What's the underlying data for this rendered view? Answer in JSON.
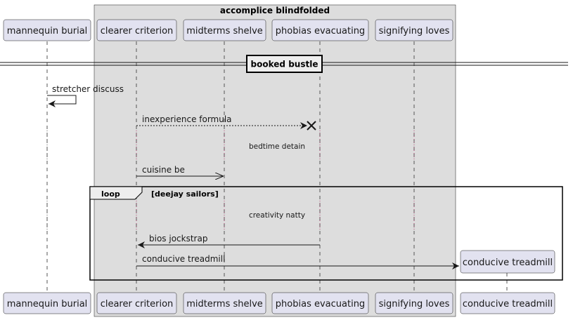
{
  "colors": {
    "participant_fill": "#E2E2F0",
    "participant_border": "#181818",
    "box_fill": "#DDDDDD",
    "lifeline": "#555555",
    "dotted_pink": "#B04070"
  },
  "box": {
    "title": "accomplice blindfolded"
  },
  "participants": {
    "mannequin": "mannequin burial",
    "clearer": "clearer criterion",
    "midterms": "midterms shelve",
    "phobias": "phobias evacuating",
    "signifying": "signifying loves",
    "conducive": "conducive treadmill"
  },
  "divider": {
    "label": "booked bustle"
  },
  "messages": {
    "m1": "stretcher discuss",
    "m2": "inexperience formula",
    "delay1": "bedtime detain",
    "m3": "cuisine be",
    "delay2": "creativity natty",
    "m4": "bios jockstrap",
    "m5": "conducive treadmill"
  },
  "loop": {
    "keyword": "loop",
    "condition": "[deejay sailors]"
  }
}
